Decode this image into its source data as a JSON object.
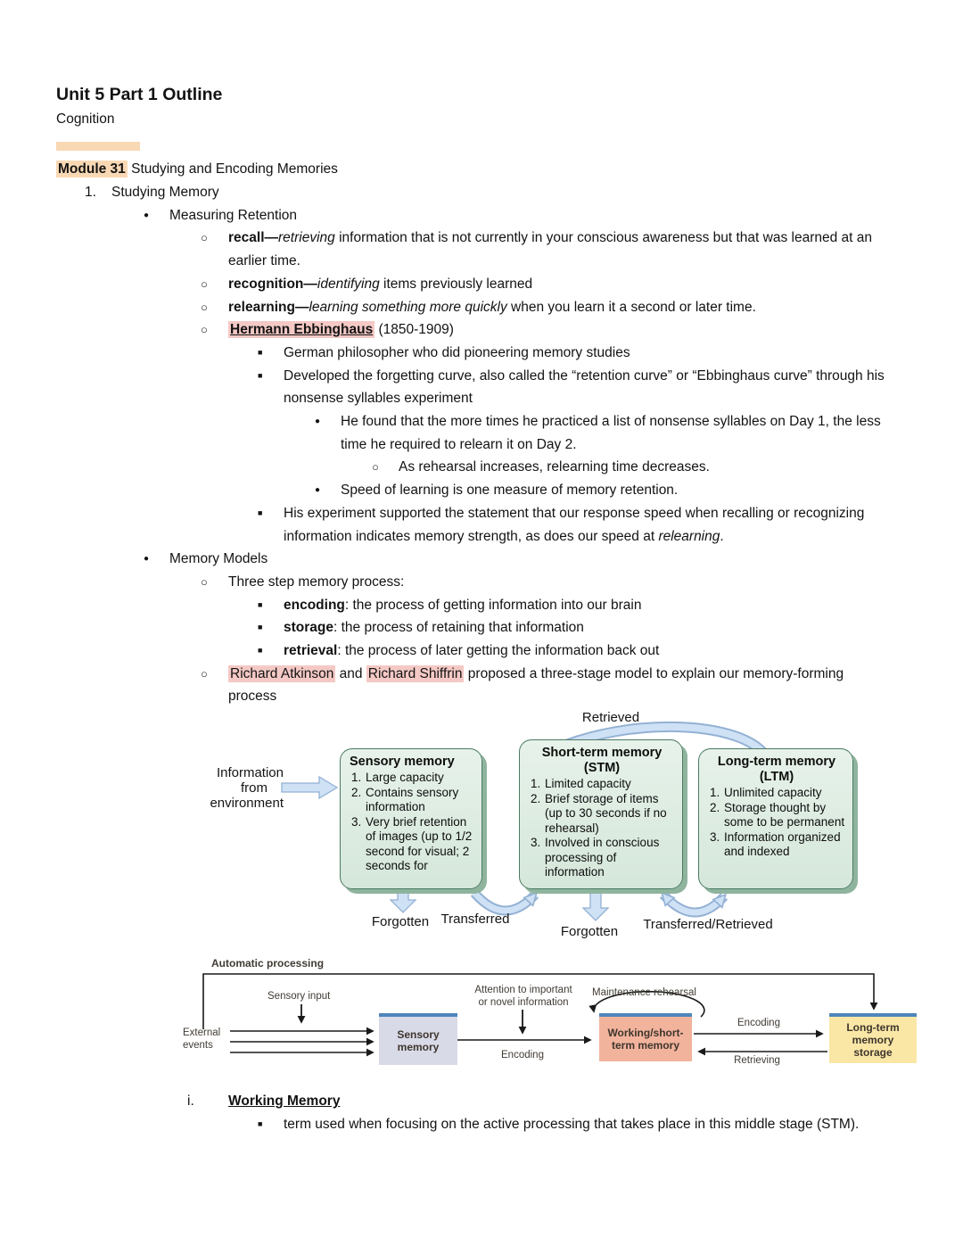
{
  "page": {
    "title": "Unit 5 Part 1 Outline",
    "subtitle": "Cognition"
  },
  "markers": {
    "n1": "1.",
    "disc": "●",
    "circle": "○",
    "square": "■",
    "roman1": "i."
  },
  "module": {
    "highlight": "Module 31",
    "rest": " Studying and Encoding Memories"
  },
  "outline": {
    "studying_memory": "Studying Memory",
    "measuring_retention": "Measuring Retention",
    "recall": {
      "term": "recall—",
      "em": "retrieving",
      "rest": " information that is not currently in your conscious awareness but that was learned at an earlier time."
    },
    "recognition": {
      "term": "recognition—",
      "em": "identifying",
      "rest": " items previously learned"
    },
    "relearning": {
      "term": "relearning—",
      "em": "learning something more quickly",
      "rest": " when you learn it a second or later time."
    },
    "ebbinghaus": {
      "name": "Hermann Ebbinghaus",
      "rest": " (1850-1909)"
    },
    "german_philosopher": "German philosopher who did pioneering memory studies",
    "forgetting_curve": "Developed the forgetting curve, also called the “retention curve” or “Ebbinghaus curve” through his nonsense syllables experiment",
    "he_found": "He found that the more times he practiced a list of nonsense syllables on Day 1, the less time he required to relearn it on Day 2.",
    "rehearsal": "As rehearsal increases, relearning time decreases.",
    "speed_of_learning": "Speed of learning is one measure of memory retention.",
    "experiment": {
      "lead": "His experiment supported the statement that our response speed when recalling or recognizing information indicates memory strength, as does our speed at ",
      "em": "relearning",
      "end": "."
    },
    "memory_models": "Memory Models",
    "three_step": "Three step memory process:",
    "encoding": {
      "term": "encoding",
      "rest": ": the process of getting information into our brain"
    },
    "storage": {
      "term": "storage",
      "rest": ": the process of retaining that information"
    },
    "retrieval": {
      "term": "retrieval",
      "rest": ": the process of later getting the information back out"
    },
    "atkinson_shiffrin": {
      "name1": "Richard Atkinson",
      "mid": " and ",
      "name2": "Richard Shiffrin",
      "rest": " proposed a three-stage model to explain our memory-forming process"
    },
    "working_memory": "Working Memory",
    "working_memory_def": "term used when focusing on the active processing that takes place in this middle stage (STM)."
  },
  "diagram1": {
    "retrieved": "Retrieved",
    "info_from_environment": {
      "l1": "Information",
      "l2": "from",
      "l3": "environment"
    },
    "sensory": {
      "title": "Sensory memory",
      "items": [
        "Large capacity",
        "Contains sensory information",
        "Very brief retention of images (up to 1/2 second for visual; 2 seconds for"
      ]
    },
    "stm": {
      "title": "Short-term memory",
      "subtitle": "(STM)",
      "items": [
        "Limited capacity",
        "Brief storage of items (up to 30 seconds if no rehearsal)",
        "Involved in conscious processing of information"
      ]
    },
    "ltm": {
      "title": "Long-term memory",
      "subtitle": "(LTM)",
      "items": [
        "Unlimited capacity",
        "Storage thought by some to be permanent",
        "Information organized and indexed"
      ]
    },
    "forgotten_left": "Forgotten",
    "transferred": "Transferred",
    "forgotten_mid": "Forgotten",
    "transferred_retrieved": "Transferred/Retrieved"
  },
  "diagram2": {
    "automatic_processing": "Automatic processing",
    "sensory_input": "Sensory input",
    "external_events": {
      "l1": "External",
      "l2": "events"
    },
    "attention": {
      "l1": "Attention to important",
      "l2": "or novel information"
    },
    "maintenance_rehearsal": "Maintenance rehearsal",
    "encoding_mid": "Encoding",
    "encoding_right": "Encoding",
    "retrieving": "Retrieving",
    "boxes": {
      "sensory": "Sensory memory",
      "working": "Working/short-term memory",
      "ltm": "Long-term memory storage"
    }
  },
  "colors": {
    "highlight_orange": "#f9d8b4",
    "highlight_pink": "#f4c9c5",
    "d1_box_fill": "#dcebdf",
    "d1_box_border": "#4b7a63",
    "d1_box_shadow": "#8fb49e",
    "d1_arrow_fill": "#cfe1f5",
    "d1_arrow_edge": "#93b1d4",
    "d2_bar_blue": "#4e86bb",
    "d2_sensory_fill": "#d9dae8",
    "d2_working_fill": "#f2b39c",
    "d2_ltm_fill": "#fae7a6"
  }
}
